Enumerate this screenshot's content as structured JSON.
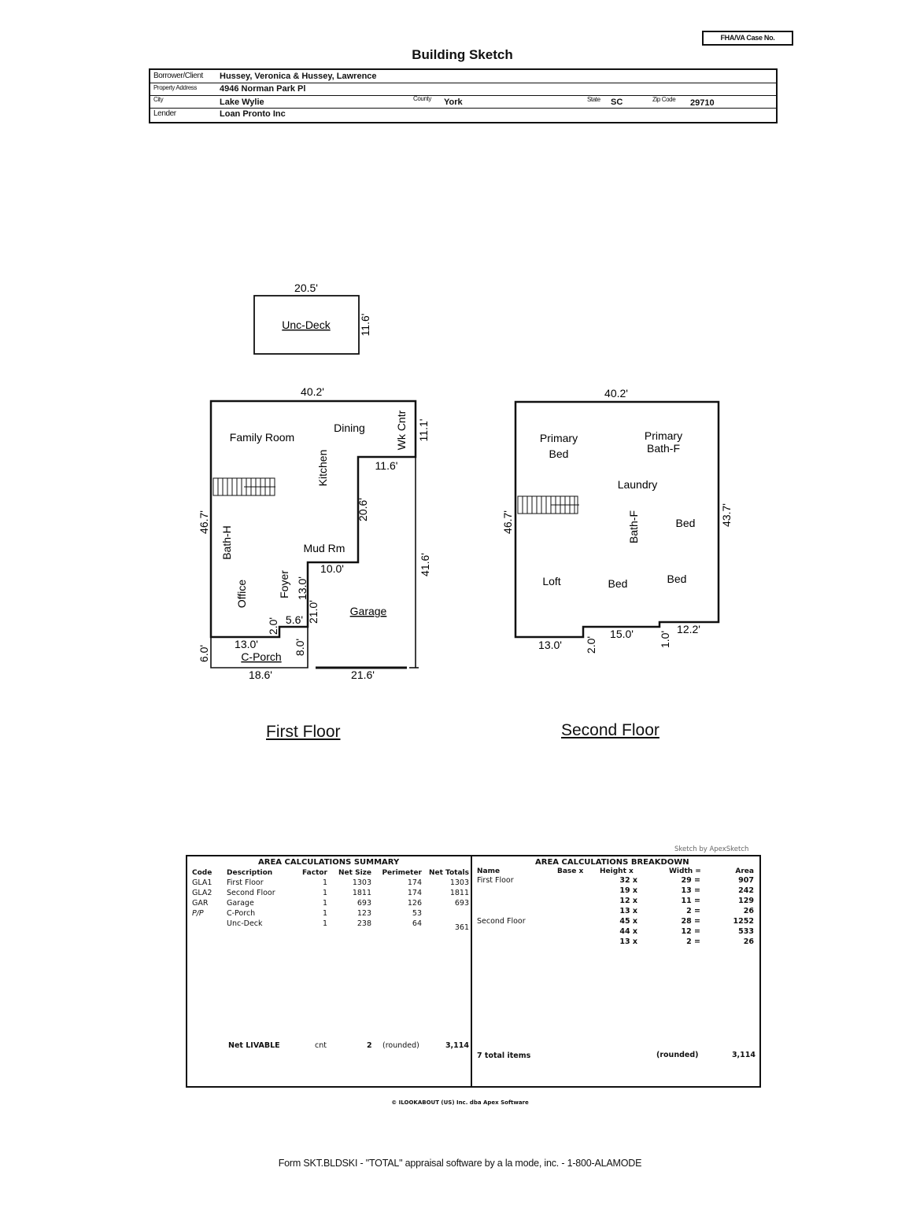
{
  "header": {
    "case_box": "FHA/VA Case No.",
    "title": "Building Sketch"
  },
  "info": {
    "borrower_label": "Borrower/Client",
    "borrower": "Hussey, Veronica & Hussey, Lawrence",
    "address_label": "Property Address",
    "address": "4946 Norman Park Pl",
    "city_label": "City",
    "city": "Lake Wylie",
    "county_label": "County",
    "county": "York",
    "state_label": "State",
    "state": "SC",
    "zip_label": "Zip Code",
    "zip": "29710",
    "lender_label": "Lender",
    "lender": "Loan Pronto Inc"
  },
  "sketch": {
    "deck": {
      "label": "Unc-Deck",
      "width": "20.5'",
      "depth": "11.6'"
    },
    "first_floor": {
      "title": "First Floor",
      "rooms": [
        "Family Room",
        "Dining",
        "Wk Cntr",
        "Kitchen",
        "Bath-H",
        "Mud Rm",
        "Office",
        "Foyer",
        "Garage",
        "C-Porch"
      ],
      "dims": {
        "top": "40.2'",
        "right_upper": "11.1'",
        "step_top": "11.6'",
        "step_right": "20.6'",
        "left": "46.7'",
        "garage_right": "41.6'",
        "mud_step": "10.0'",
        "foyer_right": "13.0'",
        "garage_left": "21.0'",
        "foyer_bottom": "5.6'",
        "foyer_step": "2.0'",
        "porch_top": "13.0'",
        "porch_right": "8.0'",
        "porch_left": "6.0'",
        "porch_bottom": "18.6'",
        "garage_bottom": "21.6'"
      }
    },
    "second_floor": {
      "title": "Second Floor",
      "rooms": [
        "Primary Bed",
        "Primary Bath-F",
        "Laundry",
        "Bath-F",
        "Bed",
        "Loft",
        "Bed",
        "Bed"
      ],
      "dims": {
        "top": "40.2'",
        "left": "46.7'",
        "right": "43.7'",
        "bottom_left": "13.0'",
        "step1": "2.0'",
        "bottom_mid": "15.0'",
        "step2": "1.0'",
        "bottom_right": "12.2'"
      }
    }
  },
  "apex_credit": "Sketch by ApexSketch",
  "summary": {
    "title": "AREA CALCULATIONS SUMMARY",
    "columns": [
      "Code",
      "Description",
      "Factor",
      "Net Size",
      "Perimeter",
      "Net Totals"
    ],
    "rows": [
      {
        "code": "GLA1",
        "desc": "First Floor",
        "factor": "1",
        "net_size": "1303",
        "perimeter": "174",
        "net_total": "1303"
      },
      {
        "code": "GLA2",
        "desc": "Second Floor",
        "factor": "1",
        "net_size": "1811",
        "perimeter": "174",
        "net_total": "1811"
      },
      {
        "code": "GAR",
        "desc": "Garage",
        "factor": "1",
        "net_size": "693",
        "perimeter": "126",
        "net_total": "693"
      },
      {
        "code": "P/P",
        "desc": "C-Porch",
        "factor": "1",
        "net_size": "123",
        "perimeter": "53",
        "net_total": ""
      },
      {
        "code": "",
        "desc": "Unc-Deck",
        "factor": "1",
        "net_size": "238",
        "perimeter": "64",
        "net_total": "361"
      }
    ],
    "footer": {
      "label": "Net LIVABLE",
      "cnt_label": "cnt",
      "cnt": "2",
      "rounded": "(rounded)",
      "total": "3,114"
    }
  },
  "breakdown": {
    "title": "AREA CALCULATIONS BREAKDOWN",
    "columns": [
      "Name",
      "Base x",
      "Height x",
      "Width =",
      "Area"
    ],
    "rows": [
      {
        "name": "First Floor",
        "height": "32 x",
        "width": "29 =",
        "area": "907"
      },
      {
        "name": "",
        "height": "19 x",
        "width": "13 =",
        "area": "242"
      },
      {
        "name": "",
        "height": "12 x",
        "width": "11 =",
        "area": "129"
      },
      {
        "name": "",
        "height": "13 x",
        "width": "2 =",
        "area": "26"
      },
      {
        "name": "Second Floor",
        "height": "45 x",
        "width": "28 =",
        "area": "1252"
      },
      {
        "name": "",
        "height": "44 x",
        "width": "12 =",
        "area": "533"
      },
      {
        "name": "",
        "height": "13 x",
        "width": "2 =",
        "area": "26"
      }
    ],
    "footer": {
      "label": "7 total items",
      "rounded": "(rounded)",
      "total": "3,114"
    }
  },
  "copyright": "© ILOOKABOUT (US) Inc. dba Apex Software",
  "footer": "Form SKT.BLDSKI - \"TOTAL\" appraisal software by a la mode, inc. - 1-800-ALAMODE"
}
